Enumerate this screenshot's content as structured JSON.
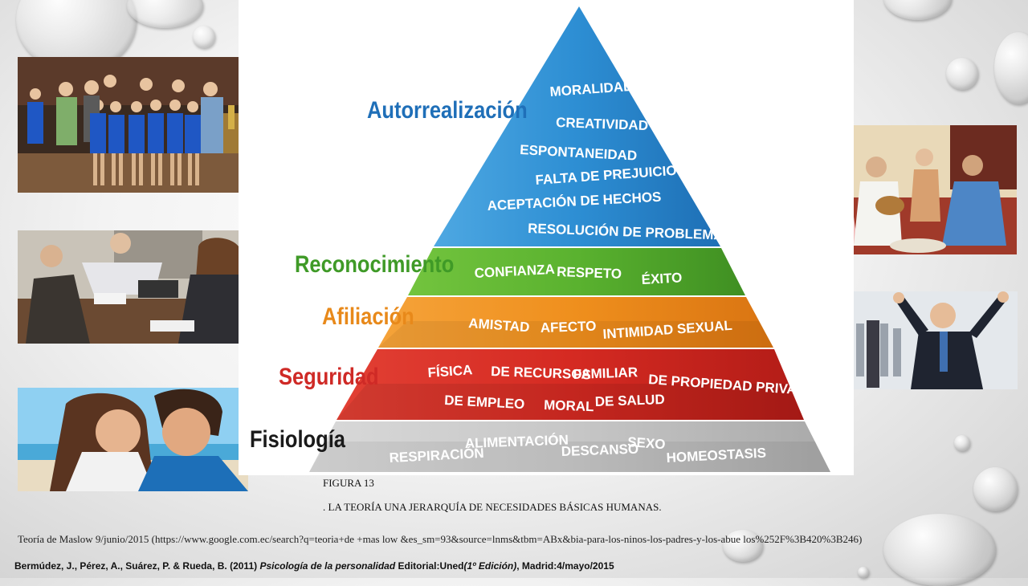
{
  "pyramid": {
    "levels": [
      {
        "title": "Autorrealización",
        "color": "#2f8fd0",
        "title_color": "#1f6fb8",
        "items": [
          "MORALIDAD",
          "CREATIVIDAD",
          "ESPONTANEIDAD",
          "FALTA DE PREJUICIOS",
          "ACEPTACIÓN DE HECHOS",
          "RESOLUCIÓN DE PROBLEMAS"
        ]
      },
      {
        "title": "Reconocimiento",
        "color": "#5cb531",
        "title_color": "#3f9a27",
        "items": [
          "CONFIANZA",
          "RESPETO",
          "ÉXITO"
        ]
      },
      {
        "title": "Afiliación",
        "color": "#f0901e",
        "title_color": "#e8891a",
        "items": [
          "AMISTAD",
          "AFECTO",
          "INTIMIDAD SEXUAL"
        ]
      },
      {
        "title": "Seguridad",
        "color": "#d62b22",
        "title_color": "#cf2a26",
        "items": [
          "FÍSICA",
          "DE RECURSOS",
          "FAMILIAR",
          "DE PROPIEDAD PRIVADA",
          "DE EMPLEO",
          "MORAL",
          "DE SALUD"
        ]
      },
      {
        "title": "Fisiología",
        "color": "#c9c9c9",
        "title_color": "#1a1a1a",
        "items": [
          "RESPIRACIÓN",
          "ALIMENTACIÓN",
          "DESCANSO",
          "SEXO",
          "HOMEOSTASIS"
        ]
      }
    ]
  },
  "caption": {
    "figure_number": "FIGURA 13",
    "figure_title": ". LA TEORÍA UNA JERARQUÍA DE NECESIDADES BÁSICAS HUMANAS."
  },
  "source_line": "Teoría de Maslow 9/junio/2015 (https://www.google.com.ec/search?q=teoria+de +mas low   &es_sm=93&source=lnms&tbm=ABx&bia-para-los-ninos-los-padres-y-los-abue los%252F%3B420%3B246)",
  "reference": {
    "authors": "Bermúdez, J., Pérez, A., Suárez, P. & Rueda, B. (2011) ",
    "book": "Psicología de la personalidad",
    "publisher": " Editorial:Uned",
    "edition": "(1º Edición)",
    "place_date": ", Madrid:4/mayo/2015"
  }
}
